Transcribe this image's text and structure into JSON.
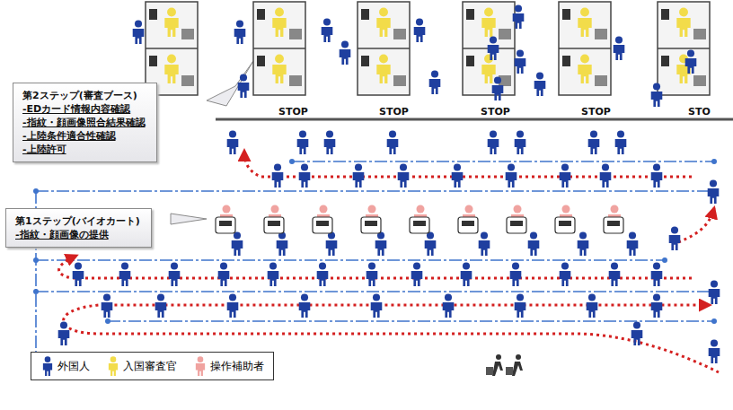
{
  "diagram": {
    "nodes": [
      {
        "text": [
          "第2ステップ(審査ブース)",
          "-EDカード情報内容確認",
          "-指紋・顔画像照合結果確認",
          "-上陸条件適合性確認",
          "-上陸許可"
        ]
      },
      {
        "text": [
          "第1ステップ(バイオカート)",
          "-指紋・顔画像の提供"
        ]
      }
    ],
    "labels": [
      "STOP",
      "STOP",
      "STOP",
      "STOP",
      "STO"
    ],
    "legend": [
      {
        "text": "外国人",
        "color": "#1f3f9f"
      },
      {
        "text": "入国審査官",
        "color": "#f2dc4a"
      },
      {
        "text": "操作補助者",
        "color": "#f0a3a0"
      }
    ]
  }
}
